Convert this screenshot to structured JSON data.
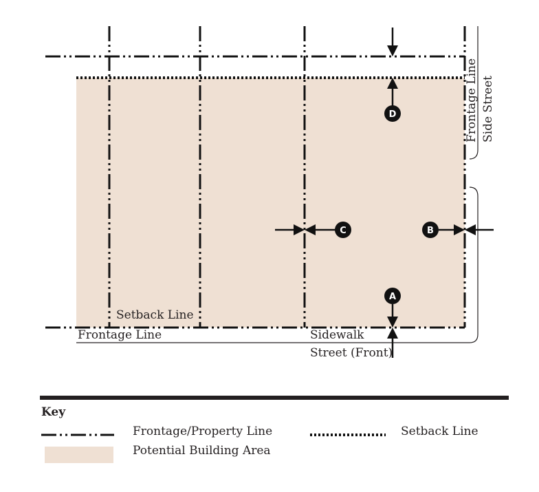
{
  "colors": {
    "building_area": "#efe0d3",
    "line": "#111111",
    "marker_fill": "#111111",
    "marker_text": "#ffffff"
  },
  "labels": {
    "setback_line": "Setback Line",
    "frontage_line_front": "Frontage Line",
    "sidewalk": "Sidewalk",
    "street_front": "Street (Front)",
    "frontage_line_side": "Frontage Line",
    "side_street": "Side Street"
  },
  "markers": {
    "a": "A",
    "b": "B",
    "c": "C",
    "d": "D"
  },
  "key": {
    "title": "Key",
    "frontage_property_line": "Frontage/Property Line",
    "setback_line": "Setback Line",
    "potential_building_area": "Potential Building Area"
  }
}
